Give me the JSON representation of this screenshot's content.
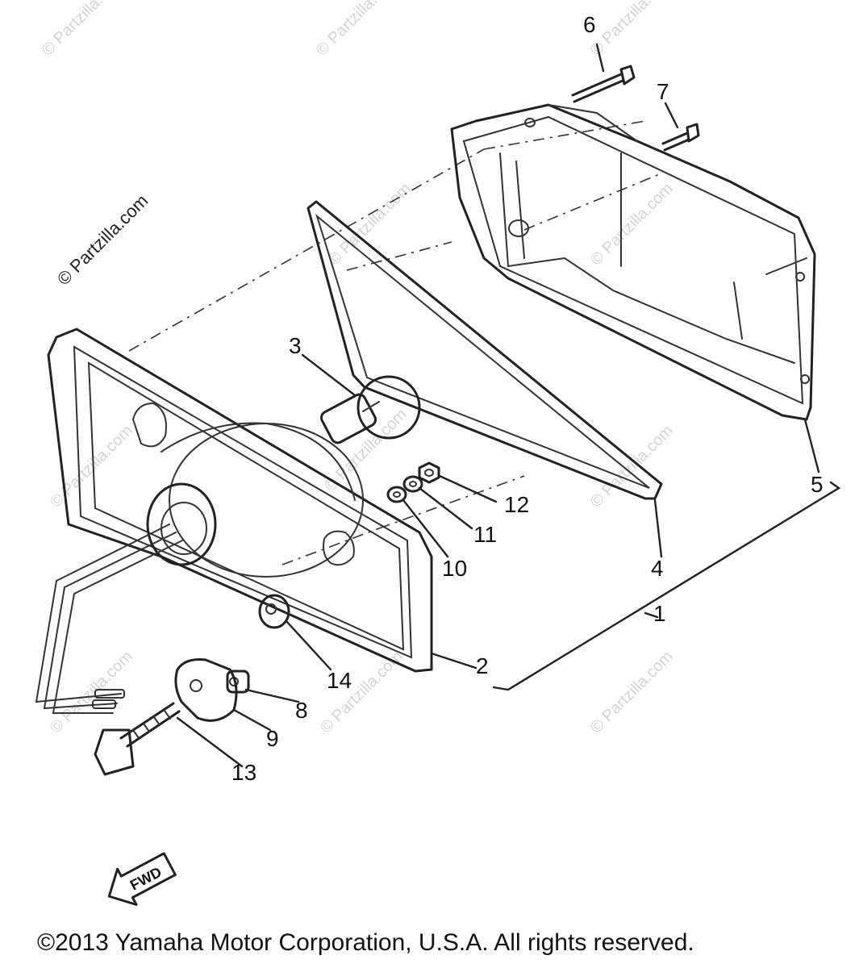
{
  "watermark": {
    "text": "© Partzilla.com"
  },
  "callouts": [
    "1",
    "2",
    "3",
    "4",
    "5",
    "6",
    "7",
    "8",
    "9",
    "10",
    "11",
    "12",
    "13",
    "14"
  ],
  "fwd_label": "FWD",
  "copyright": "©2013 Yamaha Motor Corporation, U.S.A. All rights reserved."
}
